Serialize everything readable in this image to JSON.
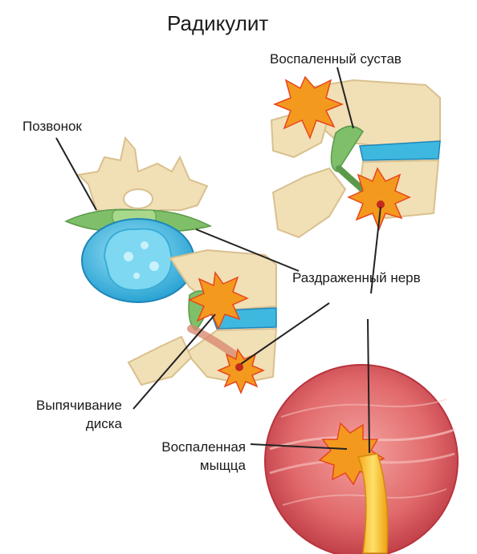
{
  "title": "Радикулит",
  "labels": {
    "vertebra": "Позвонок",
    "inflamed_joint": "Воспаленный сустав",
    "irritated_nerve": "Раздраженный нерв",
    "disc_bulge_line1": "Выпячивание",
    "disc_bulge_line2": "диска",
    "inflamed_muscle_line1": "Воспаленная",
    "inflamed_muscle_line2": "мыщца"
  },
  "colors": {
    "bone": "#f1dfb6",
    "bone_shadow": "#d9c08e",
    "disc_blue": "#3fb8e0",
    "nucleus": "#7ed8f2",
    "nerve_green": "#7fbf6a",
    "inflammation": "#f39a1e",
    "inflammation_core": "#e8451c",
    "muscle": "#d9535a",
    "nerve_yellow": "#f6c11a",
    "leader": "#222222"
  }
}
